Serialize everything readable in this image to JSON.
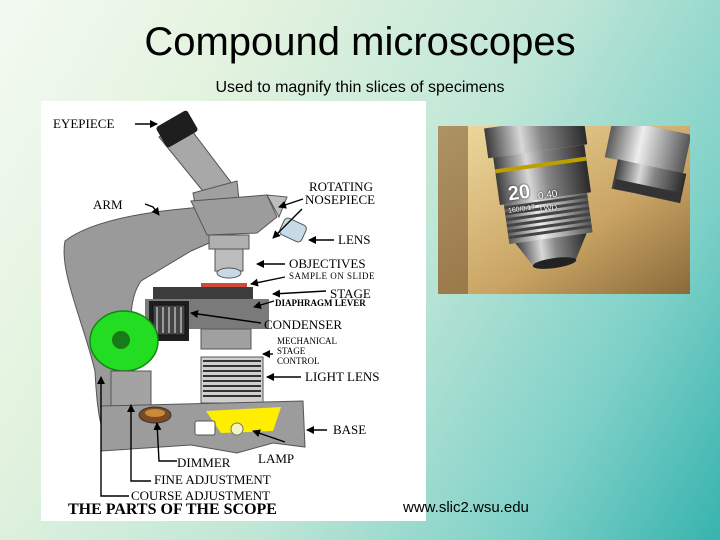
{
  "slide": {
    "title": "Compound microscopes",
    "subtitle": "Used to magnify thin slices of specimens",
    "source": "www.slic2.wsu.edu"
  },
  "diagram": {
    "caption": "THE PARTS OF THE SCOPE",
    "labels": {
      "eyepiece": "EYEPIECE",
      "arm": "ARM",
      "rotating": "ROTATING",
      "nosepiece": "NOSEPIECE",
      "lens": "LENS",
      "objectives": "OBJECTIVES",
      "sample_on_slide": "SAMPLE ON SLIDE",
      "stage": "STAGE",
      "diaphragm_lever": "DIAPHRAGM LEVER",
      "condenser": "CONDENSER",
      "mechanical": "MECHANICAL",
      "stage_small": "STAGE",
      "control": "CONTROL",
      "light_lens": "LIGHT LENS",
      "base": "BASE",
      "lamp": "LAMP",
      "dimmer": "DIMMER",
      "fine_adjustment": "FINE ADJUSTMENT",
      "course_adjustment": "COURSE ADJUSTMENT"
    }
  },
  "photo": {
    "objective_mag": "20",
    "objective_na": "0.40",
    "objective_spec": "160/0.17",
    "objective_mark": "LWD"
  },
  "colors": {
    "body_gray": "#9a9a9a",
    "focus_knob": "#22dd22",
    "lamp_glow": "#ffee00",
    "stage_red": "#d24a3a"
  }
}
